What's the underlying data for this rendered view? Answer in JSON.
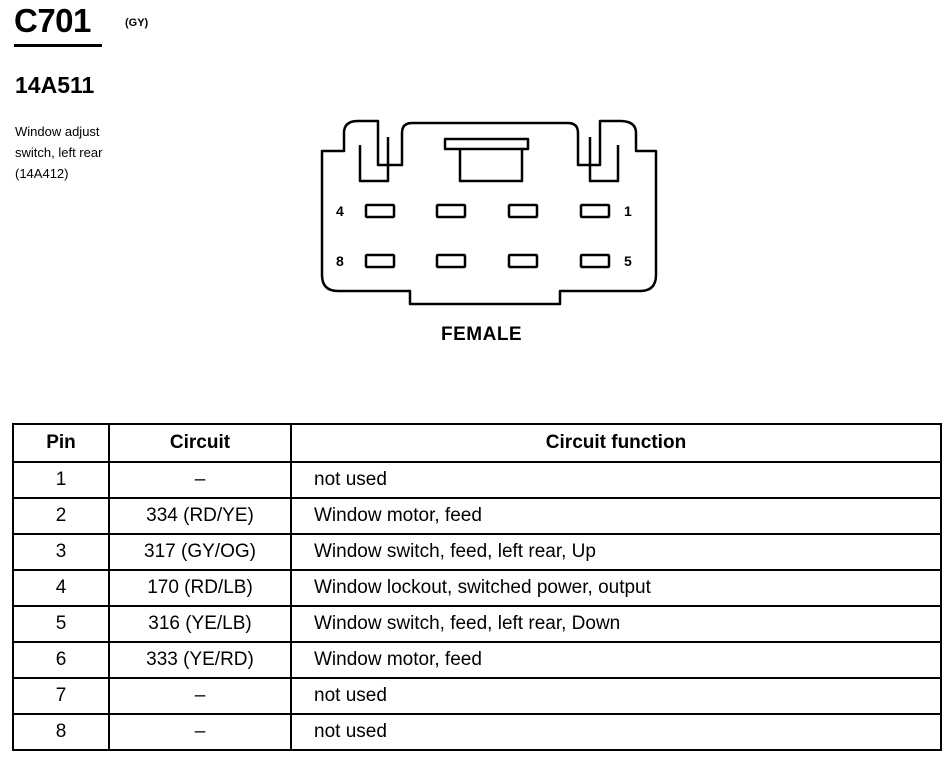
{
  "connector": {
    "id": "C701",
    "color": "(GY)",
    "part_number": "14A511",
    "description": [
      "Window adjust",
      "switch, left rear",
      "(14A412)"
    ],
    "pin_labels": {
      "top_left": "4",
      "top_right": "1",
      "bottom_left": "8",
      "bottom_right": "5"
    },
    "gender_label": "FEMALE"
  },
  "table": {
    "headers": [
      "Pin",
      "Circuit",
      "Circuit function"
    ],
    "rows": [
      {
        "pin": "1",
        "circuit": "–",
        "function": "not used"
      },
      {
        "pin": "2",
        "circuit": "334 (RD/YE)",
        "function": "Window motor, feed"
      },
      {
        "pin": "3",
        "circuit": "317 (GY/OG)",
        "function": "Window switch, feed, left rear, Up"
      },
      {
        "pin": "4",
        "circuit": "170 (RD/LB)",
        "function": "Window lockout, switched power, output"
      },
      {
        "pin": "5",
        "circuit": "316 (YE/LB)",
        "function": "Window switch, feed, left rear, Down"
      },
      {
        "pin": "6",
        "circuit": "333 (YE/RD)",
        "function": "Window motor, feed"
      },
      {
        "pin": "7",
        "circuit": "–",
        "function": "not used"
      },
      {
        "pin": "8",
        "circuit": "–",
        "function": "not used"
      }
    ]
  }
}
